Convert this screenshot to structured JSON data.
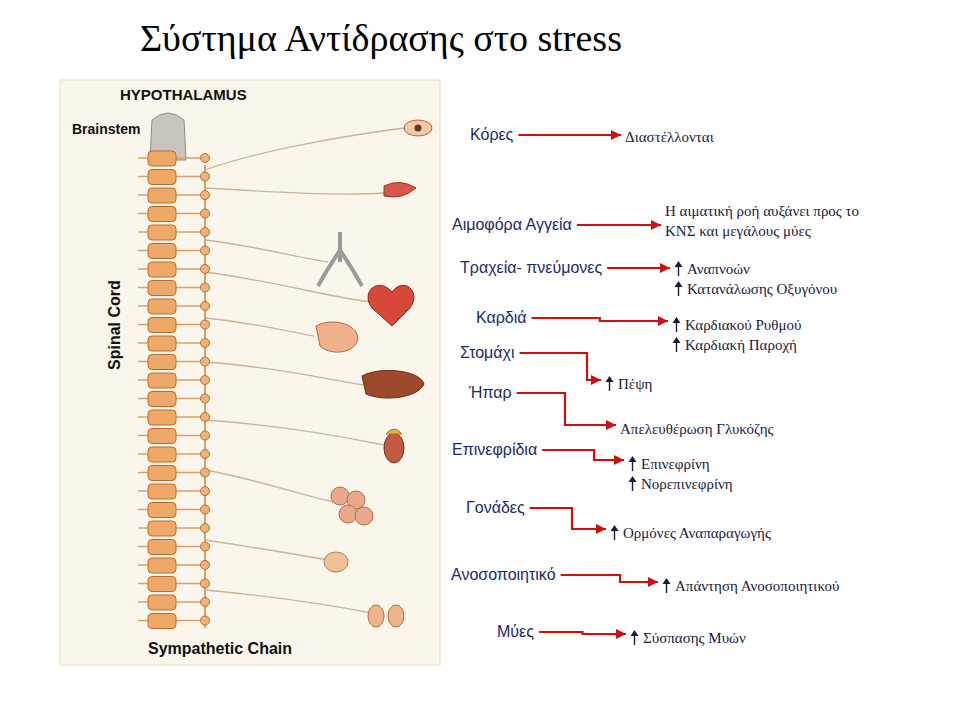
{
  "diagram": {
    "title": "Σύστημα Αντίδρασης στο stress",
    "nodes": [
      {
        "text": [
          "Κόρες"
        ]
      },
      {
        "text": [
          "Διαστέλλονται"
        ]
      },
      {
        "text": [
          "Αιμοφόρα Αγγεία"
        ]
      },
      {
        "text": [
          "Η αιματική ροή αυξάνει προς το ΚΝΣ και μεγάλους μύες"
        ]
      },
      {
        "text": [
          "Τραχεία- πνεύμονες"
        ]
      },
      {
        "text": [
          "Αναπνοών",
          "Κατανάλωσης Οξυγόνου"
        ]
      },
      {
        "text": [
          "Καρδιά"
        ]
      },
      {
        "text": [
          "Καρδιακού Ρυθμού",
          "Καρδιακή Παροχή"
        ]
      },
      {
        "text": [
          "Στομάχι"
        ]
      },
      {
        "text": [
          "Πέψη"
        ]
      },
      {
        "text": [
          "Ήπαρ"
        ]
      },
      {
        "text": [
          "Απελευθέρωση Γλυκόζης"
        ]
      },
      {
        "text": [
          "Επινεφρίδια"
        ]
      },
      {
        "text": [
          "Επινεφρίνη",
          "Νορεπινεφρίνη"
        ]
      },
      {
        "text": [
          "Γονάδες"
        ]
      },
      {
        "text": [
          "Ορμόνες Αναπαραγωγής"
        ]
      },
      {
        "text": [
          "Ανοσοποιητικό"
        ]
      },
      {
        "text": [
          "Απάντηση Ανοσοποιητικού"
        ]
      },
      {
        "text": [
          "Μύες"
        ]
      },
      {
        "text": [
          "Σύσπασης Μυών"
        ]
      }
    ],
    "edges": [
      {
        "from": 0,
        "to": 1,
        "arrow": "to"
      },
      {
        "from": 2,
        "to": 3,
        "arrow": "to"
      },
      {
        "from": 4,
        "to": 5,
        "arrow": "to"
      },
      {
        "from": 6,
        "to": 7,
        "arrow": "to"
      },
      {
        "from": 8,
        "to": 9,
        "arrow": "to"
      },
      {
        "from": 10,
        "to": 11,
        "arrow": "to"
      },
      {
        "from": 12,
        "to": 13,
        "arrow": "to"
      },
      {
        "from": 14,
        "to": 15,
        "arrow": "to"
      },
      {
        "from": 16,
        "to": 17,
        "arrow": "to"
      },
      {
        "from": 18,
        "to": 19,
        "arrow": "to"
      }
    ],
    "labels": [
      "HYPOTHALAMUS",
      "Brainstem",
      "Spinal Cord",
      "Sympathetic Chain"
    ]
  }
}
